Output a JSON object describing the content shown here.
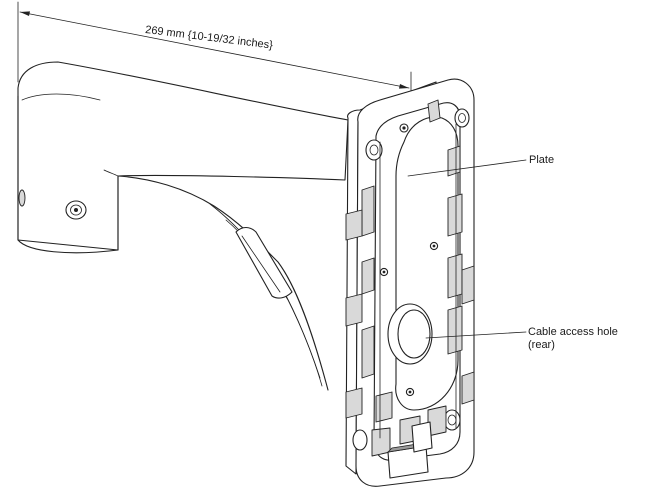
{
  "labels": {
    "dimension": "269 mm {10-19/32 inches}",
    "plate": "Plate",
    "cable_hole_line1": "Cable access hole",
    "cable_hole_line2": "(rear)"
  }
}
